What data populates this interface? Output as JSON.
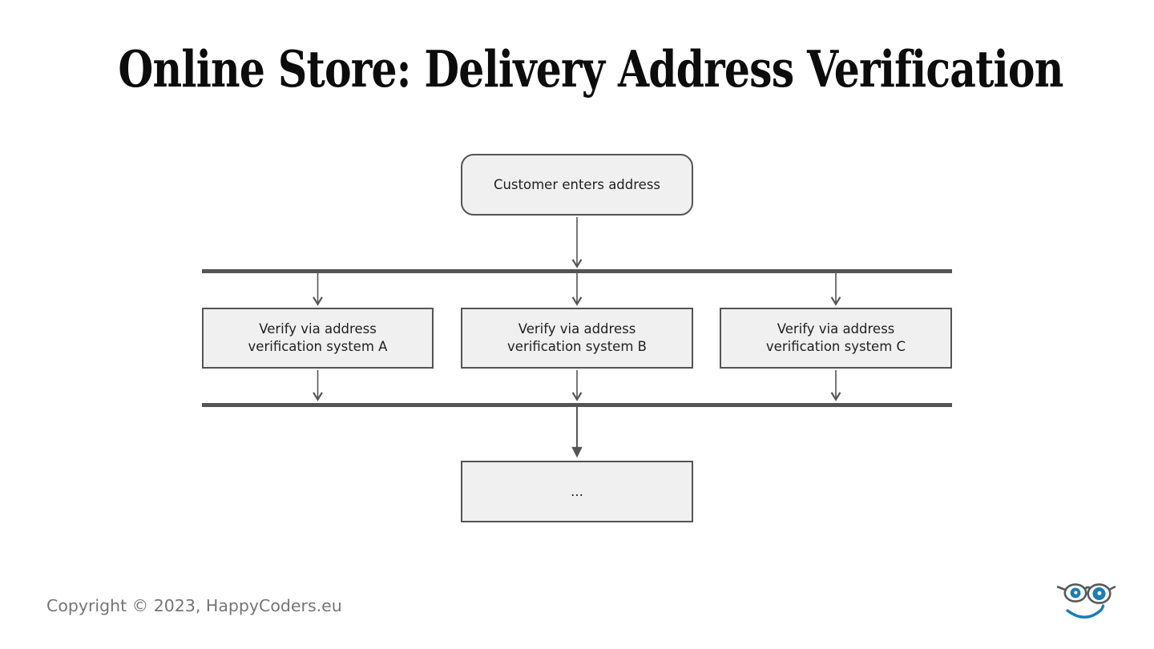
{
  "title": "Online Store: Delivery Address Verification",
  "diagram": {
    "type": "activity-flowchart-fork-join",
    "nodes": {
      "start": {
        "label": "Customer enters address"
      },
      "verify_a": {
        "label": "Verify via address\nverification system A"
      },
      "verify_b": {
        "label": "Verify via address\nverification system B"
      },
      "verify_c": {
        "label": "Verify via address\nverification system C"
      },
      "more": {
        "label": "..."
      }
    }
  },
  "footer": {
    "copyright": "Copyright © 2023, HappyCoders.eu"
  },
  "icons": {
    "logo": "happycoders-glasses-smile-logo"
  },
  "colors": {
    "background": "#ffffff",
    "title_text": "#0c0c0c",
    "node_fill": "#f0f0f0",
    "node_border": "#545454",
    "fork_join_bar": "#545454",
    "arrow": "#555555",
    "node_text": "#1f1f1f",
    "copyright_text": "#757575",
    "logo_blue": "#1b7db6",
    "logo_gray": "#58595b"
  }
}
